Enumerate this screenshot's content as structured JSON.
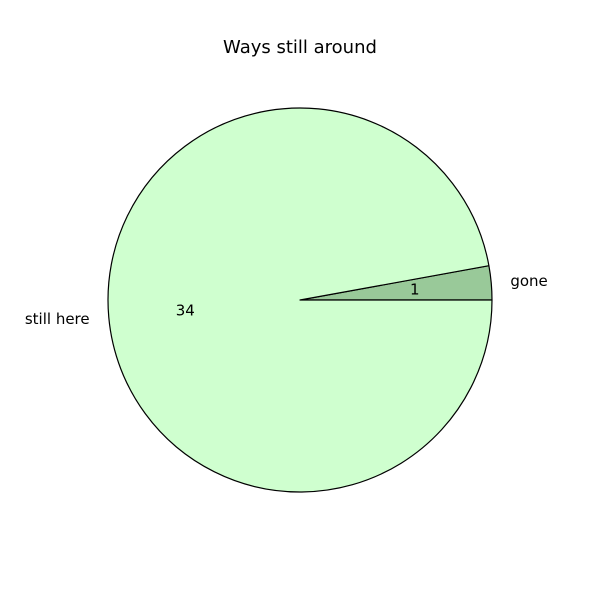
{
  "chart_data": {
    "type": "pie",
    "title": "Ways still around",
    "slices": [
      {
        "label": "gone",
        "value": 1,
        "color": "#99c999"
      },
      {
        "label": "still here",
        "value": 34,
        "color": "#cfffcf"
      }
    ],
    "start_angle_deg": 0,
    "direction": "counterclockwise",
    "edge_color": "#000000"
  }
}
